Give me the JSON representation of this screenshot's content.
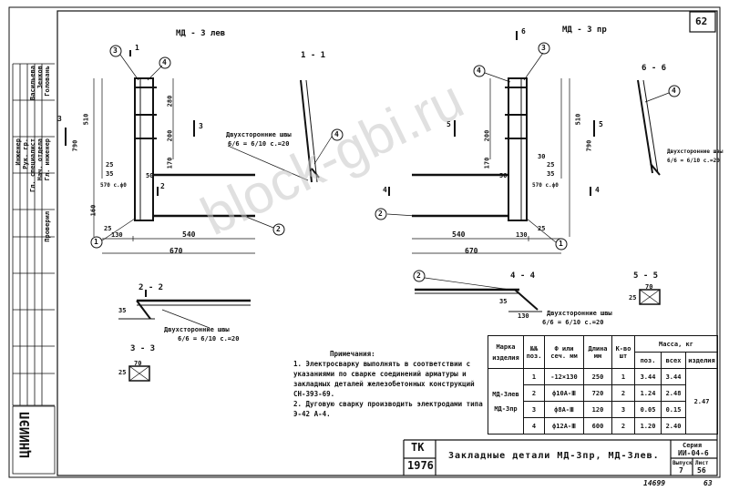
{
  "sheet": {
    "page_number": "62",
    "views": {
      "left_title": "МД - 3 лев",
      "right_title": "МД - 3 пр",
      "section_1": "1 - 1",
      "section_6": "6 - 6",
      "section_2": "2 - 2",
      "section_3": "3 - 3",
      "section_4": "4 - 4",
      "section_5": "5 - 5"
    },
    "callouts": [
      "1",
      "2",
      "3",
      "4",
      "5",
      "6"
    ],
    "weld_label": "Двухсторонние швы",
    "weld_formula": "6/6 = 6/10 c.=20",
    "dimensions_left": [
      "510",
      "280",
      "200",
      "170",
      "790",
      "25",
      "35",
      "50",
      "25",
      "160",
      "130",
      "540",
      "670",
      "570 с.ф0"
    ],
    "dimensions_right": [
      "510",
      "200",
      "170",
      "790",
      "30",
      "25",
      "35",
      "50",
      "25",
      "540",
      "130",
      "670",
      "570 с.ф0"
    ],
    "dimensions_small": [
      "35",
      "70",
      "25",
      "130",
      "35",
      "25",
      "70"
    ]
  },
  "notes": {
    "heading": "Примечания:",
    "item1": "1. Электросварку выполнять в соответствии с указаниями по сварке соединений арматуры и закладных деталей железобетонных конструкций СН-393-69.",
    "item2": "2. Дуговую сварку производить электродами типа Э-42 А-4."
  },
  "spec_table": {
    "headers": {
      "mark": "Марка изделия",
      "pos": "№№ поз.",
      "section": "Ф или сеч. мм",
      "length": "Длина мм",
      "qty": "К-во шт",
      "mass_group": "Масса, кг",
      "mass_pos": "поз.",
      "mass_all": "всех",
      "mass_item": "изделия"
    },
    "marks": [
      "МД-3лев",
      "МД-3пр"
    ],
    "rows": [
      {
        "pos": "1",
        "section": "-12×130",
        "length": "250",
        "qty": "1",
        "mass_pos": "3.44",
        "mass_all": "3.44"
      },
      {
        "pos": "2",
        "section": "ф10А-Ⅲ",
        "length": "720",
        "qty": "2",
        "mass_pos": "1.24",
        "mass_all": "2.48"
      },
      {
        "pos": "3",
        "section": "ф8А-Ⅲ",
        "length": "120",
        "qty": "3",
        "mass_pos": "0.05",
        "mass_all": "0.15"
      },
      {
        "pos": "4",
        "section": "ф12А-Ⅲ",
        "length": "600",
        "qty": "2",
        "mass_pos": "1.20",
        "mass_all": "2.40"
      }
    ],
    "item_mass": "2.47"
  },
  "title_block": {
    "tk": "ТК",
    "year": "1976",
    "title": "Закладные детали МД-3пр, МД-3лев.",
    "series_label": "Серия",
    "series_value": "ИИ-04-6",
    "issue_label": "Выпуск",
    "issue_value": "7",
    "sheet_label": "Лист",
    "sheet_value": "56"
  },
  "sidebar": {
    "logo": "ЦНИИЭП",
    "signatures": [
      "Головань",
      "Зенков",
      "Васильева"
    ],
    "roles": [
      "Гл. инженер",
      "Нач. отдела",
      "Гл. специалист",
      "Рук. гр.",
      "Инженер",
      "Проверил"
    ]
  },
  "footer": {
    "code": "14699",
    "page": "63"
  },
  "watermark": "block-gbi.ru"
}
